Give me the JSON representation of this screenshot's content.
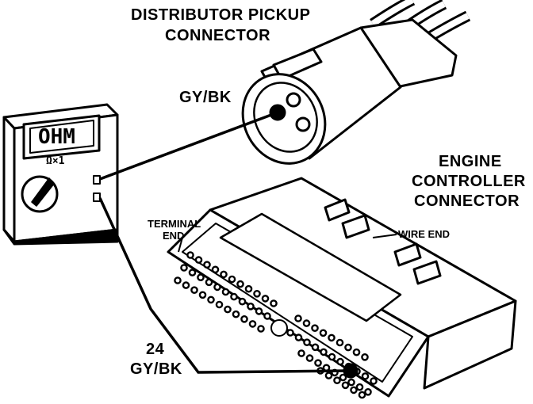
{
  "labels": {
    "distributor_line1": "DISTRIBUTOR PICKUP",
    "distributor_line2": "CONNECTOR",
    "wire_gybk_top": "GY/BK",
    "engine_line1": "ENGINE",
    "engine_line2": "CONTROLLER",
    "engine_line3": "CONNECTOR",
    "terminal_line1": "TERMINAL",
    "terminal_line2": "END",
    "wire_end": "WIRE END",
    "pin_number": "24",
    "wire_gybk_bottom": "GY/BK"
  },
  "meter": {
    "display": "OHM",
    "range": "Ω×1"
  },
  "colors": {
    "ink": "#000000",
    "paper": "#ffffff"
  }
}
